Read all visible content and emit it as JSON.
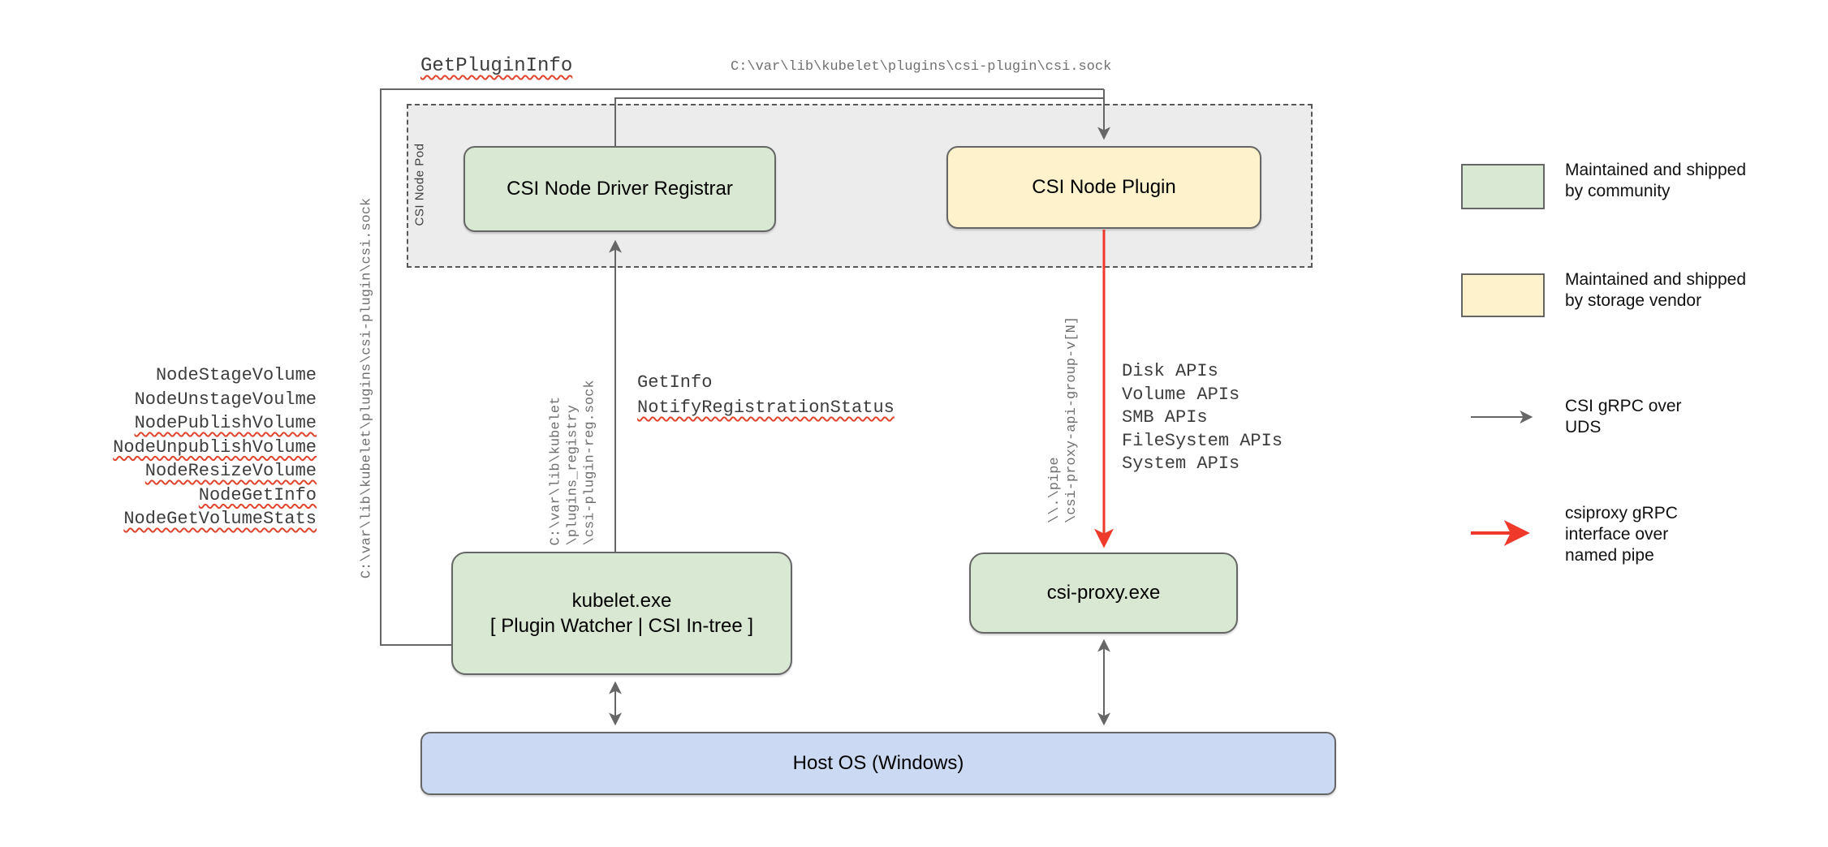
{
  "diagram_title": "CSI on Windows architecture (kubelet / CSI Node Pod / csi-proxy)",
  "colors": {
    "community_green": "#d9e8d2",
    "vendor_yellow": "#fdf2cc",
    "host_blue": "#ccd9f3",
    "pod_gray": "#ececec",
    "uds_arrow_gray": "#666666",
    "pipe_arrow_red": "#ee392b",
    "squiggle_red": "#e0442c"
  },
  "boxes": {
    "pod_label": "CSI Node Pod",
    "registrar": "CSI Node Driver Registrar",
    "plugin": "CSI Node Plugin",
    "kubelet_line1": "kubelet.exe",
    "kubelet_line2": "[ Plugin Watcher | CSI In-tree ]",
    "csi_proxy": "csi-proxy.exe",
    "host_os": "Host OS (Windows)"
  },
  "annotations": {
    "get_plugin_info": {
      "text": "GetPluginInfo",
      "squiggle": true
    },
    "get_info": {
      "text": "GetInfo",
      "squiggle": false
    },
    "notify_registration_status": {
      "text": "NotifyRegistrationStatus",
      "squiggle": true
    }
  },
  "socket_paths": {
    "top_csi_sock": "C:\\var\\lib\\kubelet\\plugins\\csi-plugin\\csi.sock",
    "left_csi_sock": "C:\\var\\lib\\kubelet\\plugins\\csi-plugin\\csi.sock",
    "registry_lines": [
      "C:\\var\\lib\\kubelet",
      "\\plugins_registry",
      "\\csi-plugin-reg.sock"
    ],
    "pipe_lines": [
      "\\\\.\\pipe",
      "\\csi-proxy-api-group-v[N]"
    ]
  },
  "node_rpcs": [
    {
      "label": "NodeStageVolume",
      "misspell": false
    },
    {
      "label": "NodeUnstageVoulme",
      "misspell": false
    },
    {
      "label": "NodePublishVolume",
      "misspell": true
    },
    {
      "label": "NodeUnpublishVolume",
      "misspell": true
    },
    {
      "label": "NodeResizeVolume",
      "misspell": true
    },
    {
      "label": "NodeGetInfo",
      "misspell": true
    },
    {
      "label": "NodeGetVolumeStats",
      "misspell": true
    }
  ],
  "proxy_apis": [
    "Disk APIs",
    "Volume APIs",
    "SMB APIs",
    "FileSystem APIs",
    "System APIs"
  ],
  "legend": {
    "community": {
      "lines": [
        "Maintained and shipped",
        "by community"
      ]
    },
    "vendor": {
      "lines": [
        "Maintained and shipped",
        "by storage vendor"
      ]
    },
    "uds": {
      "lines": [
        "CSI gRPC over",
        "UDS"
      ]
    },
    "pipe": {
      "lines": [
        "csiproxy gRPC",
        "interface over",
        "named pipe"
      ]
    }
  }
}
